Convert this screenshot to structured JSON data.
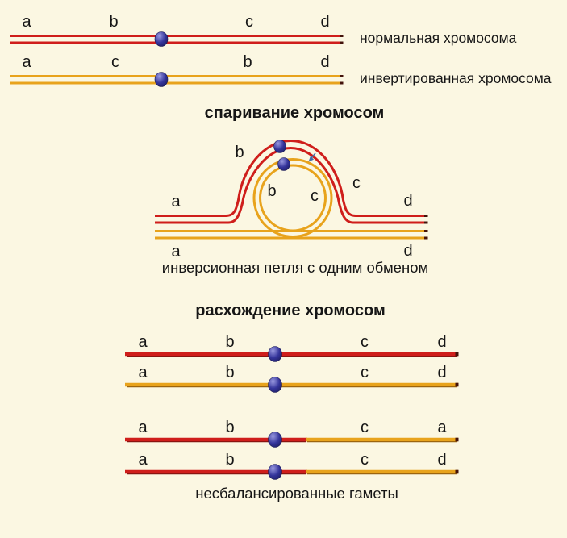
{
  "colors": {
    "background": "#fbf7e2",
    "red": "#cf1e1b",
    "red_dark": "#8a1410",
    "orange": "#e8a31c",
    "orange_dark": "#9c650d",
    "tip_dark": "#43120a",
    "centromere_blue": "#34349b",
    "centromere_highlight": "#9a9ae0",
    "exchange_mark_blue": "#3f6faa",
    "text": "#161616"
  },
  "top_section": {
    "normal": {
      "genes": [
        "a",
        "b",
        "c",
        "d"
      ],
      "label": "нормальная хромосома"
    },
    "inverted": {
      "genes": [
        "a",
        "c",
        "b",
        "d"
      ],
      "label": "инвертированная хромосома"
    }
  },
  "pairing_section": {
    "heading": "спаривание хромосом",
    "labels": {
      "arc_b": "b",
      "arc_c": "c",
      "loop_b": "b",
      "loop_c": "c",
      "left_a": "a",
      "right_d": "d",
      "bottom_left_a": "a",
      "bottom_right_d": "d"
    },
    "caption": "инверсионная петля с одним обменом"
  },
  "segregation_section": {
    "heading": "расхождение хромосом",
    "gametes": [
      {
        "type": "normal red chromatid",
        "genes": [
          "a",
          "b",
          "c",
          "d"
        ]
      },
      {
        "type": "inverted orange chromatid",
        "genes": [
          "a",
          "b",
          "c",
          "d"
        ]
      },
      {
        "type": "recombinant red-orange",
        "genes": [
          "a",
          "b",
          "c",
          "a"
        ]
      },
      {
        "type": "recombinant red-orange",
        "genes": [
          "a",
          "b",
          "c",
          "d"
        ]
      }
    ],
    "caption": "несбалансированные гаметы"
  }
}
